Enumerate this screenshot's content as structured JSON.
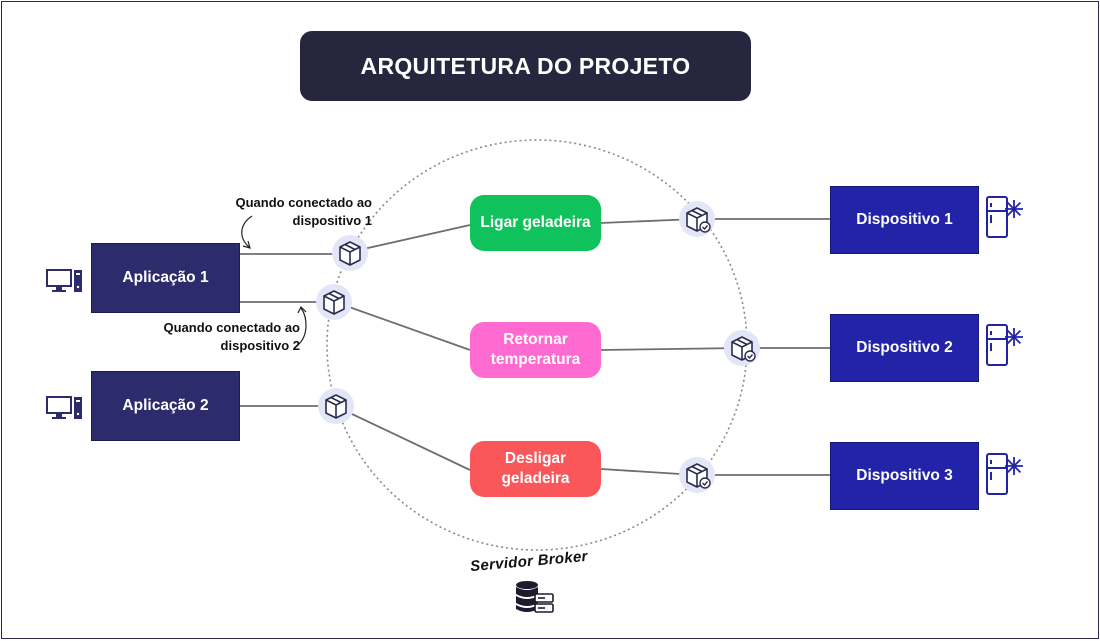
{
  "title": "ARQUITETURA DO PROJETO",
  "applications": [
    {
      "label": "Aplicação 1",
      "icon": "computer-icon"
    },
    {
      "label": "Aplicação 2",
      "icon": "computer-icon"
    }
  ],
  "devices": [
    {
      "label": "Dispositivo 1",
      "icon": "fridge-icon"
    },
    {
      "label": "Dispositivo 2",
      "icon": "fridge-icon"
    },
    {
      "label": "Dispositivo 3",
      "icon": "fridge-icon"
    }
  ],
  "commands": [
    {
      "label": "Ligar geladeira",
      "color": "#10c25c"
    },
    {
      "label": "Retornar temperatura",
      "color": "#ff6ad1"
    },
    {
      "label": "Desligar geladeira",
      "color": "#f9575a"
    }
  ],
  "notes": {
    "connected_1": "Quando conectado ao dispositivo 1",
    "connected_2": "Quando conectado ao dispositivo 2"
  },
  "broker": {
    "label": "Servidor Broker",
    "icon": "database-server-icon"
  },
  "colors": {
    "title_bg": "#26263f",
    "app_bg": "#2c2c6c",
    "device_bg": "#2323a8",
    "line": "#6e6e6e",
    "package_circle": "#e3e6f7"
  }
}
